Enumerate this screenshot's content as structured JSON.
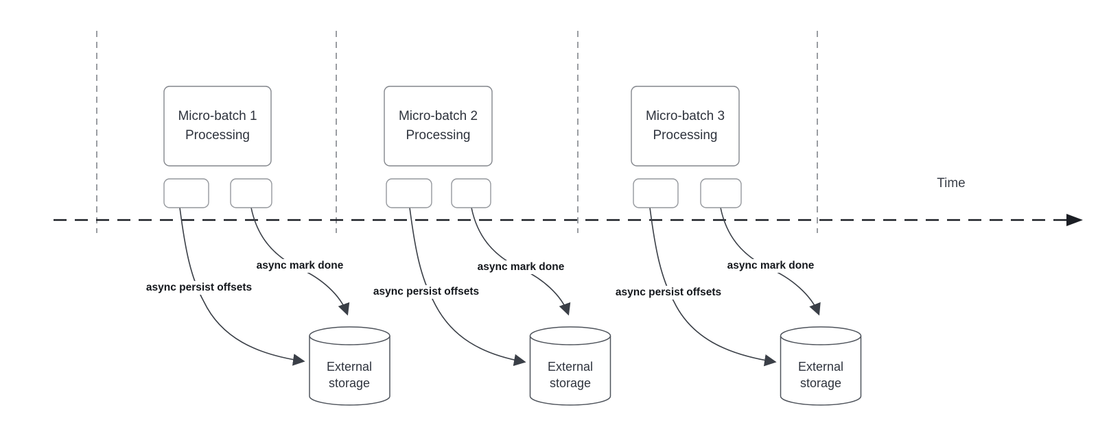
{
  "time_label": "Time",
  "batches": [
    {
      "title_line1": "Micro-batch 1",
      "title_line2": "Processing",
      "persist_label": "async persist offsets",
      "done_label": "async mark done",
      "storage_line1": "External",
      "storage_line2": "storage"
    },
    {
      "title_line1": "Micro-batch 2",
      "title_line2": "Processing",
      "persist_label": "async persist offsets",
      "done_label": "async mark done",
      "storage_line1": "External",
      "storage_line2": "storage"
    },
    {
      "title_line1": "Micro-batch 3",
      "title_line2": "Processing",
      "persist_label": "async persist offsets",
      "done_label": "async mark done",
      "storage_line1": "External",
      "storage_line2": "storage"
    }
  ],
  "colors": {
    "background": "#ffffff",
    "box_stroke": "#82858b",
    "small_box_stroke": "#94979c",
    "cylinder_stroke": "#4e535b",
    "arrow_stroke": "#3a3f47",
    "timeline_stroke": "#1b1e24",
    "grid_stroke": "#9a9da2",
    "title_text": "#2e333d",
    "edge_label_text": "#14171c"
  }
}
